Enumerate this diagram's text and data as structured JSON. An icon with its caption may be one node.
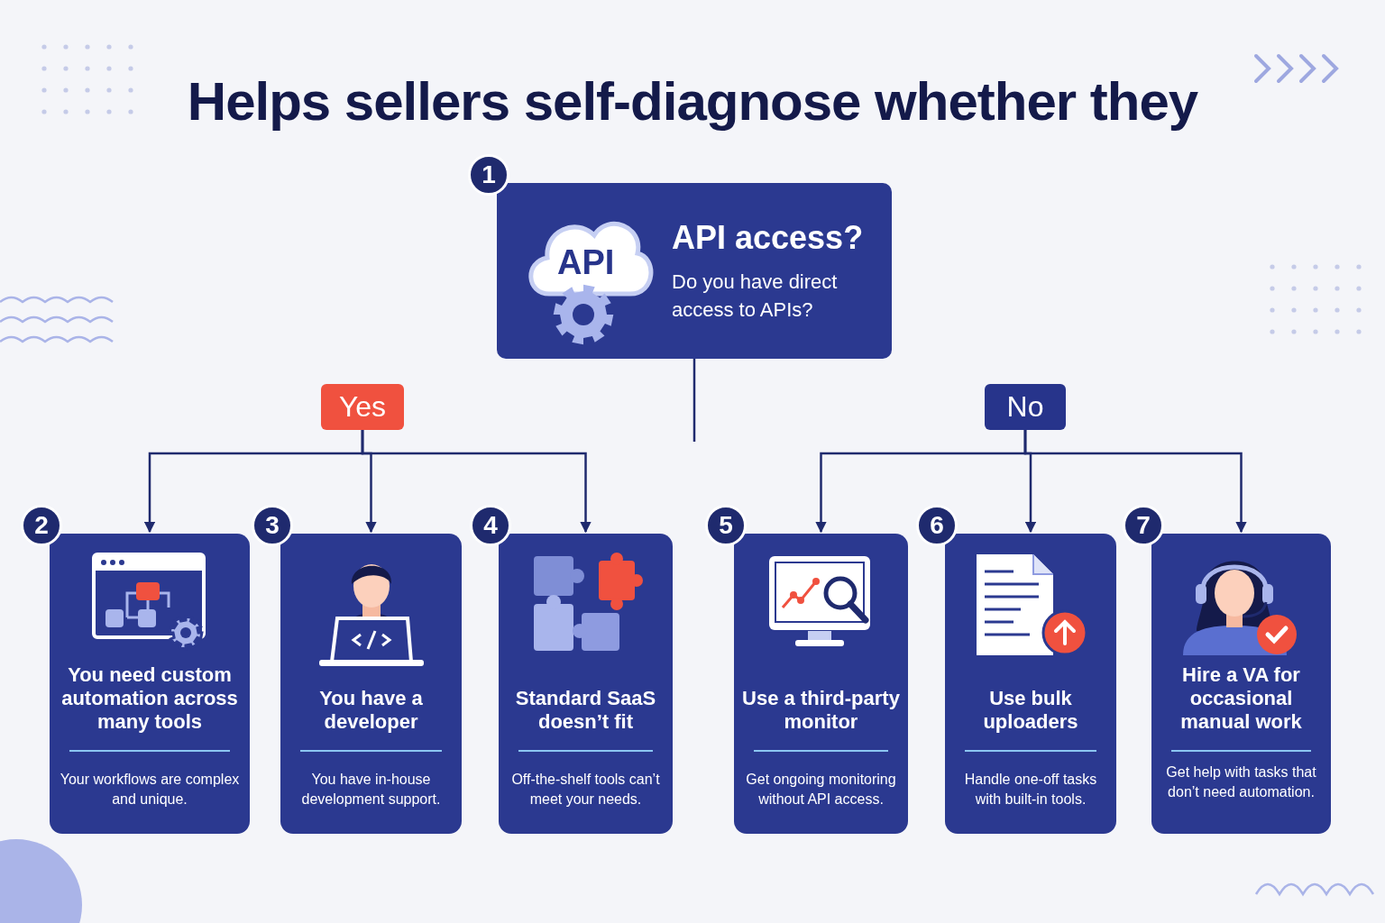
{
  "diagram": {
    "title": "Helps sellers self-diagnose whether they",
    "nodes": [
      {
        "text": [
          "API access?",
          "Do you have direct access to APIs?"
        ],
        "beside": [
          "1"
        ]
      },
      {
        "text": [
          "Yes"
        ]
      },
      {
        "text": [
          "No"
        ]
      },
      {
        "text": [
          "You need custom automation across many tools",
          "Your workflows are complex and unique."
        ],
        "beside": [
          "2"
        ]
      },
      {
        "text": [
          "You have a developer",
          "You have in-house development support."
        ],
        "beside": [
          "3"
        ]
      },
      {
        "text": [
          "Standard SaaS doesn’t fit",
          "Off-the-shelf tools can’t meet your needs."
        ],
        "beside": [
          "4"
        ]
      },
      {
        "text": [
          "Use a third-party monitor",
          "Get ongoing monitoring without API access."
        ],
        "beside": [
          "5"
        ]
      },
      {
        "text": [
          "Use bulk uploaders",
          "Handle one-off tasks with built-in tools."
        ],
        "beside": [
          "6"
        ]
      },
      {
        "text": [
          "Hire a VA for occasional manual work",
          "Get help with tasks that don’t need automation."
        ],
        "beside": [
          "7"
        ]
      }
    ],
    "edges": [
      {
        "from": 0,
        "to": null,
        "arrow": "none"
      },
      {
        "from": 1,
        "to": 3,
        "arrow": "to"
      },
      {
        "from": 1,
        "to": 4,
        "arrow": "to"
      },
      {
        "from": 1,
        "to": 5,
        "arrow": "to"
      },
      {
        "from": 2,
        "to": 6,
        "arrow": "to"
      },
      {
        "from": 2,
        "to": 7,
        "arrow": "to"
      },
      {
        "from": 2,
        "to": 8,
        "arrow": "to"
      }
    ],
    "labels": [
      "API"
    ]
  }
}
